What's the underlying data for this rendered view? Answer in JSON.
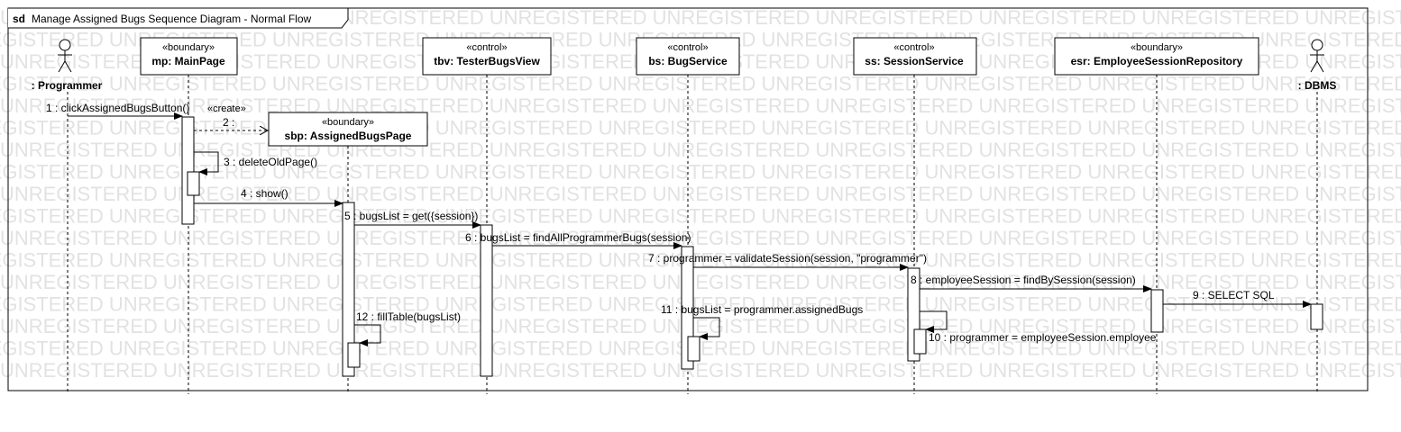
{
  "frame": {
    "keyword": "sd",
    "title": "Manage Assigned Bugs Sequence Diagram - Normal Flow"
  },
  "watermark": "UNREGISTERED",
  "lifelines": {
    "programmer": {
      "name": ": Programmer",
      "kind": "actor"
    },
    "mp": {
      "stereotype": "«boundary»",
      "name": "mp: MainPage"
    },
    "sbp": {
      "stereotype": "«boundary»",
      "name": "sbp: AssignedBugsPage"
    },
    "tbv": {
      "stereotype": "«control»",
      "name": "tbv: TesterBugsView"
    },
    "bs": {
      "stereotype": "«control»",
      "name": "bs: BugService"
    },
    "ss": {
      "stereotype": "«control»",
      "name": "ss: SessionService"
    },
    "esr": {
      "stereotype": "«boundary»",
      "name": "esr: EmployeeSessionRepository"
    },
    "dbms": {
      "name": ": DBMS",
      "kind": "actor"
    }
  },
  "messages": {
    "m1": "1 : clickAssignedBugsButton()",
    "m2": "2 :",
    "m2_stereo": "«create»",
    "m3": "3 : deleteOldPage()",
    "m4": "4 : show()",
    "m5": "5 : bugsList = get({session})",
    "m6": "6 : bugsList = findAllProgrammerBugs(session)",
    "m7": "7 : programmer = validateSession(session, \"programmer\")",
    "m8": "8 : employeeSession = findBySession(session)",
    "m9": "9 : SELECT SQL",
    "m10": "10 : programmer = employeeSession.employee",
    "m11": "11 : bugsList = programmer.assignedBugs",
    "m12": "12 : fillTable(bugsList)"
  }
}
